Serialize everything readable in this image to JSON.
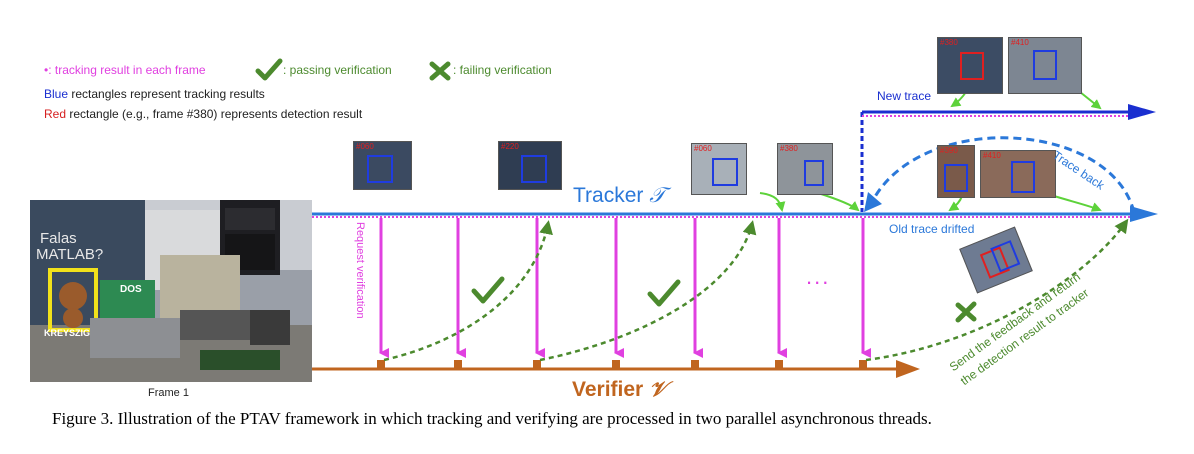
{
  "legend": {
    "dot_symbol": "•",
    "dot_text": ": tracking result in each frame",
    "pass_text": ": passing verification",
    "fail_text": ": failing verification",
    "blue_word": "Blue",
    "blue_rest": " rectangles represent tracking results",
    "red_word": "Red",
    "red_rest": " rectangle (e.g., frame #380) represents detection result"
  },
  "labels": {
    "new_trace": "New trace",
    "old_trace": "Old trace drifted",
    "trace_back": "Trace back",
    "tracker": "Tracker",
    "tracker_symbol": "𝒯",
    "verifier": "Verifier",
    "verifier_symbol": "𝒱",
    "request": "Request verification",
    "ellipsis": "...",
    "feedback_line1": "Send the feedback and return",
    "feedback_line2": "the detection result to tracker",
    "frame1": "Frame 1"
  },
  "photo": {
    "book1": "Falas",
    "book2": "MATLAB?",
    "dos": "DOS",
    "kreyszig": "KREYSZIG"
  },
  "thumbs": {
    "t1": "#060",
    "t2": "#220",
    "t3": "#060",
    "t4": "#380",
    "new1": "#380",
    "new2": "#410",
    "old1": "#390",
    "old2": "#410"
  },
  "caption": "Figure 3. Illustration of the PTAV framework in which tracking and verifying are processed in two parallel asynchronous threads.",
  "colors": {
    "tracker": "#2b78d9",
    "verifier": "#c0651f",
    "magenta": "#e040e0",
    "green_check": "#4c8a2e",
    "new_trace": "#1a2fd0"
  }
}
